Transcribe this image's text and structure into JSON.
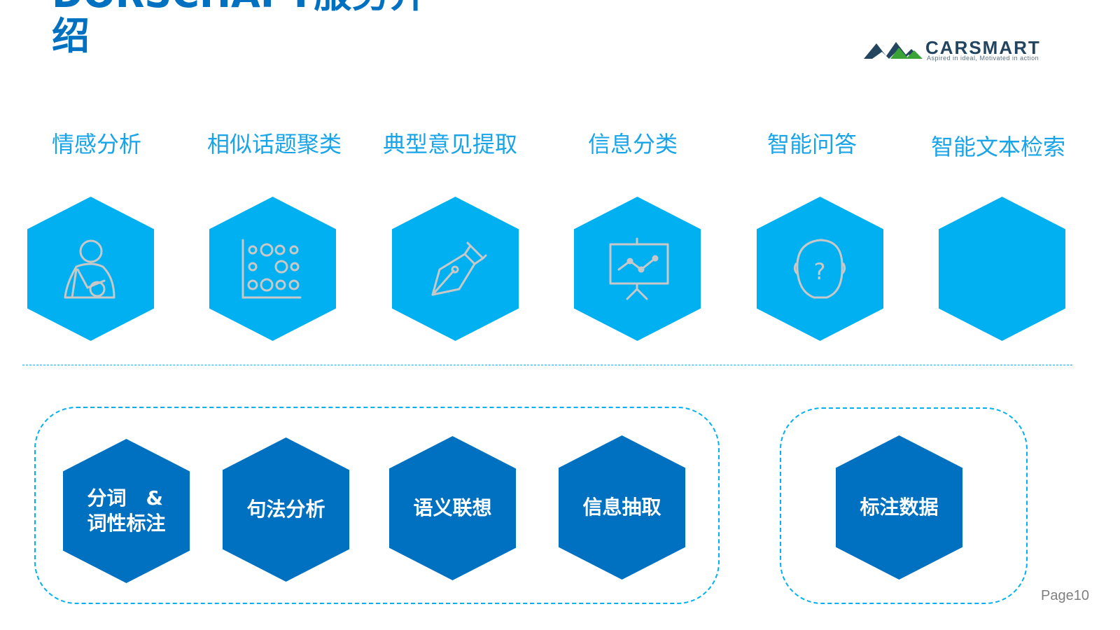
{
  "slide": {
    "title": "DORSCHAPT服务介\n绍",
    "logo": {
      "name": "CARSMART",
      "tagline": "Aspired in ideal, Motivated in action"
    },
    "features": [
      {
        "label": "情感分析",
        "icon": "person-with-arm-sling-icon"
      },
      {
        "label": "相似话题聚类",
        "icon": "dot-cluster-chart-icon"
      },
      {
        "label": "典型意见提取",
        "icon": "fountain-pen-nib-icon"
      },
      {
        "label": "信息分类",
        "icon": "presentation-board-line-chart-icon"
      },
      {
        "label": "智能问答",
        "icon": "head-question-mark-icon"
      },
      {
        "label": "智能文本检索",
        "icon": ""
      }
    ],
    "connector": "+",
    "foundation_group": [
      {
        "label": "分词　&\n词性标注"
      },
      {
        "label": "句法分析"
      },
      {
        "label": "语义联想"
      },
      {
        "label": "信息抽取"
      }
    ],
    "data_group": [
      {
        "label": "标注数据"
      }
    ],
    "page_number": "Page10",
    "colors": {
      "title": "#0070c0",
      "feature_label": "#1aa4e8",
      "hex_light": "#00b0f0",
      "hex_dark": "#0070c0",
      "dashed_line": "#00b0f0",
      "icon_stroke": "#c8c8c8",
      "logo_text": "#24455f",
      "logo_accent": "#3aa335"
    }
  }
}
